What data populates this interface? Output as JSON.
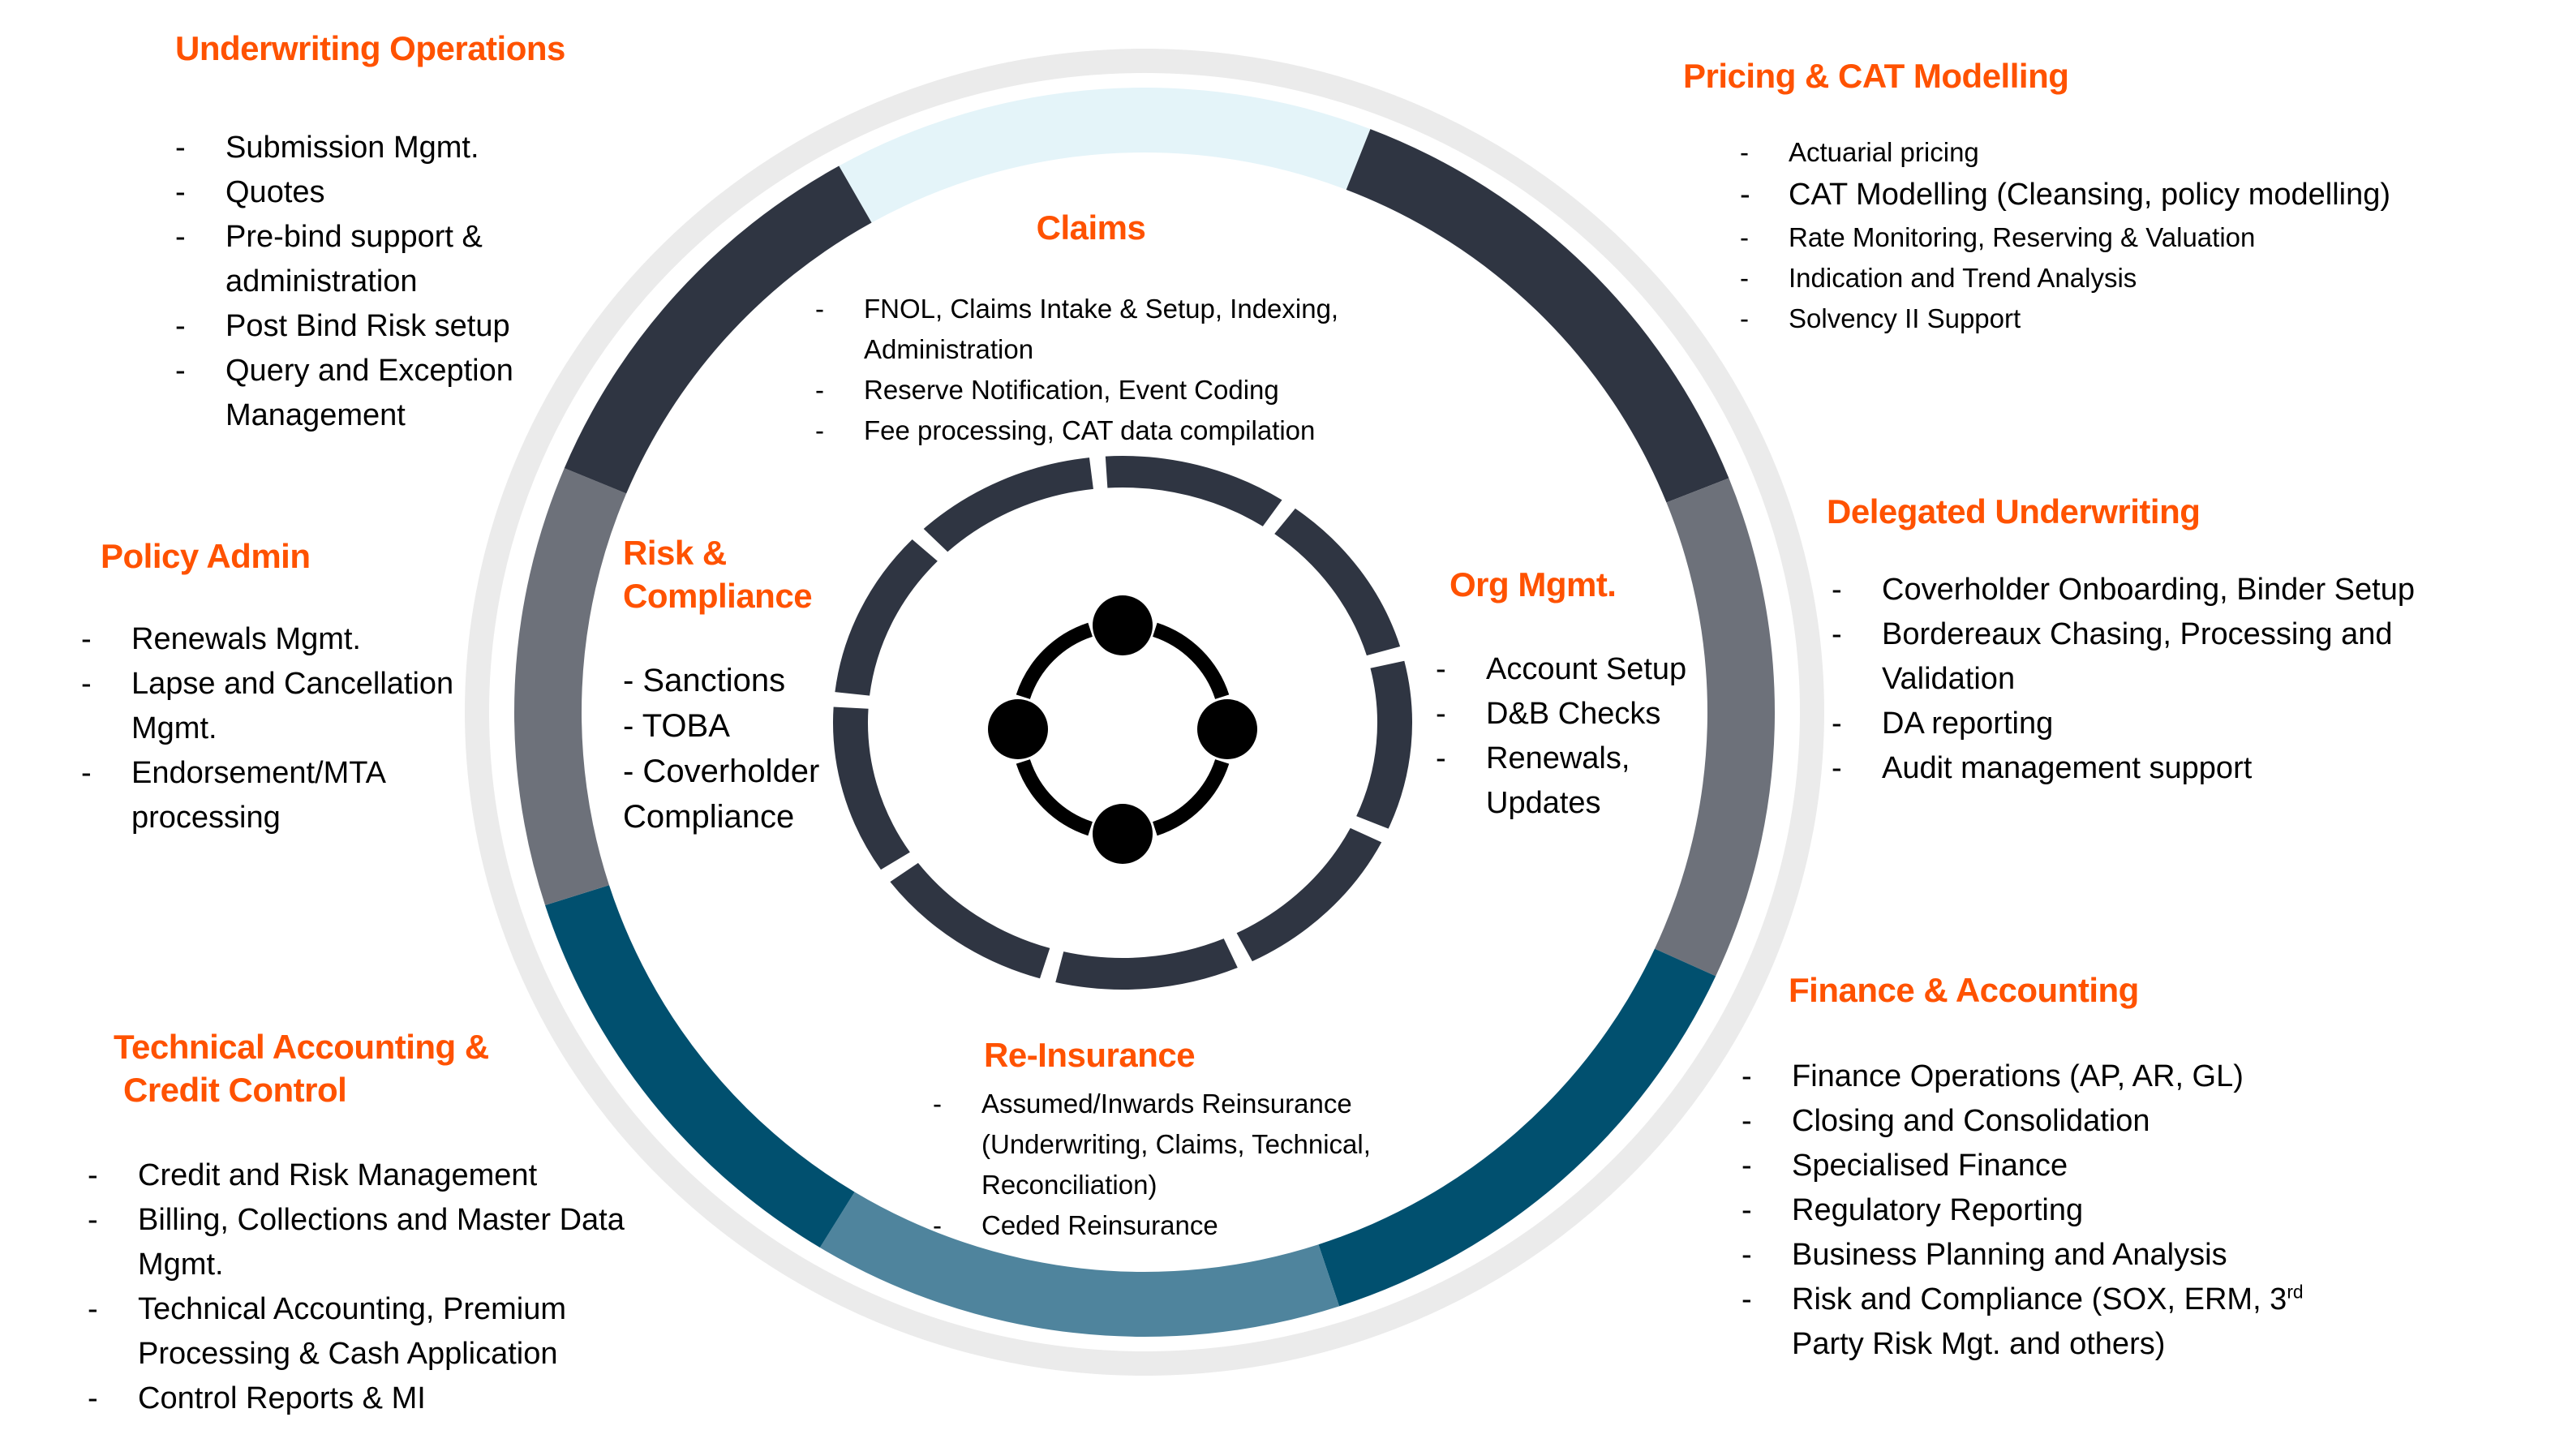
{
  "colors": {
    "accent": "#FF5200",
    "outer_track": "#EBEBEB",
    "dark_navy": "#2F3542",
    "slate_grey": "#6D717A",
    "dark_teal": "#01506F",
    "light_teal": "#4F849D",
    "light_blue": "#E4F4F9",
    "icon": "#000000"
  },
  "ring_segments": [
    {
      "name": "claims",
      "color": "#E4F4F9",
      "start_deg": 331,
      "end_deg": 381
    },
    {
      "name": "pricing-cat",
      "color": "#2F3542",
      "start_deg": 21,
      "end_deg": 68
    },
    {
      "name": "delegated-underwriting",
      "color": "#6D717A",
      "start_deg": 68,
      "end_deg": 115
    },
    {
      "name": "finance-accounting",
      "color": "#01506F",
      "start_deg": 115,
      "end_deg": 162
    },
    {
      "name": "re-insurance",
      "color": "#4F849D",
      "start_deg": 162,
      "end_deg": 211
    },
    {
      "name": "technical-accounting",
      "color": "#01506F",
      "start_deg": 211,
      "end_deg": 252
    },
    {
      "name": "policy-admin",
      "color": "#6D717A",
      "start_deg": 252,
      "end_deg": 293
    },
    {
      "name": "underwriting-ops",
      "color": "#2F3542",
      "start_deg": 293,
      "end_deg": 331
    }
  ],
  "inner_ring": {
    "segment_count": 9,
    "first_gap_deg": 355,
    "color": "#2F3542"
  },
  "center_icon": "network-circle-icon",
  "sections": {
    "underwriting_ops": {
      "title": "Underwriting Operations",
      "items": [
        "Submission Mgmt.",
        "Quotes",
        "Pre-bind support & administration",
        "Post Bind Risk setup",
        "Query and Exception Management"
      ]
    },
    "pricing": {
      "title": "Pricing & CAT Modelling",
      "items": [
        "Actuarial pricing",
        "CAT Modelling (Cleansing, policy modelling)",
        "Rate Monitoring, Reserving & Valuation",
        "Indication and Trend Analysis",
        "Solvency II Support"
      ]
    },
    "claims": {
      "title": "Claims",
      "items": [
        "FNOL, Claims Intake & Setup, Indexing, Administration",
        "Reserve Notification, Event Coding",
        "Fee processing, CAT data compilation"
      ]
    },
    "policy_admin": {
      "title": "Policy Admin",
      "items": [
        "Renewals Mgmt.",
        "Lapse and Cancellation Mgmt.",
        "Endorsement/MTA processing"
      ]
    },
    "risk": {
      "title_line1": "Risk &",
      "title_line2": "Compliance",
      "items": [
        "- Sanctions",
        "- TOBA",
        "- Coverholder Compliance"
      ]
    },
    "org": {
      "title": "Org Mgmt.",
      "items": [
        "Account Setup",
        "D&B Checks",
        "Renewals, Updates"
      ]
    },
    "delegated": {
      "title": "Delegated Underwriting",
      "items": [
        "Coverholder Onboarding, Binder Setup",
        "Bordereaux Chasing, Processing and Validation",
        "DA reporting",
        "Audit management support"
      ]
    },
    "finance": {
      "title": "Finance & Accounting",
      "items": [
        "Finance Operations (AP, AR, GL)",
        "Closing and Consolidation",
        "Specialised Finance",
        "Regulatory Reporting",
        "Business Planning and Analysis"
      ],
      "last_item_prefix": "Risk and Compliance (SOX, ERM, 3",
      "last_item_sup": "rd",
      "last_item_suffix": " Party Risk Mgt. and others)"
    },
    "technical_accounting": {
      "title_line1": "Technical Accounting &",
      "title_line2": "Credit Control",
      "items": [
        "Credit and Risk Management",
        "Billing, Collections and Master Data Mgmt.",
        "Technical Accounting, Premium Processing & Cash Application",
        "Control Reports & MI"
      ]
    },
    "reinsurance": {
      "title": "Re-Insurance",
      "items": [
        "Assumed/Inwards Reinsurance (Underwriting, Claims, Technical, Reconciliation)",
        "Ceded Reinsurance"
      ]
    },
    "dash": "-"
  }
}
